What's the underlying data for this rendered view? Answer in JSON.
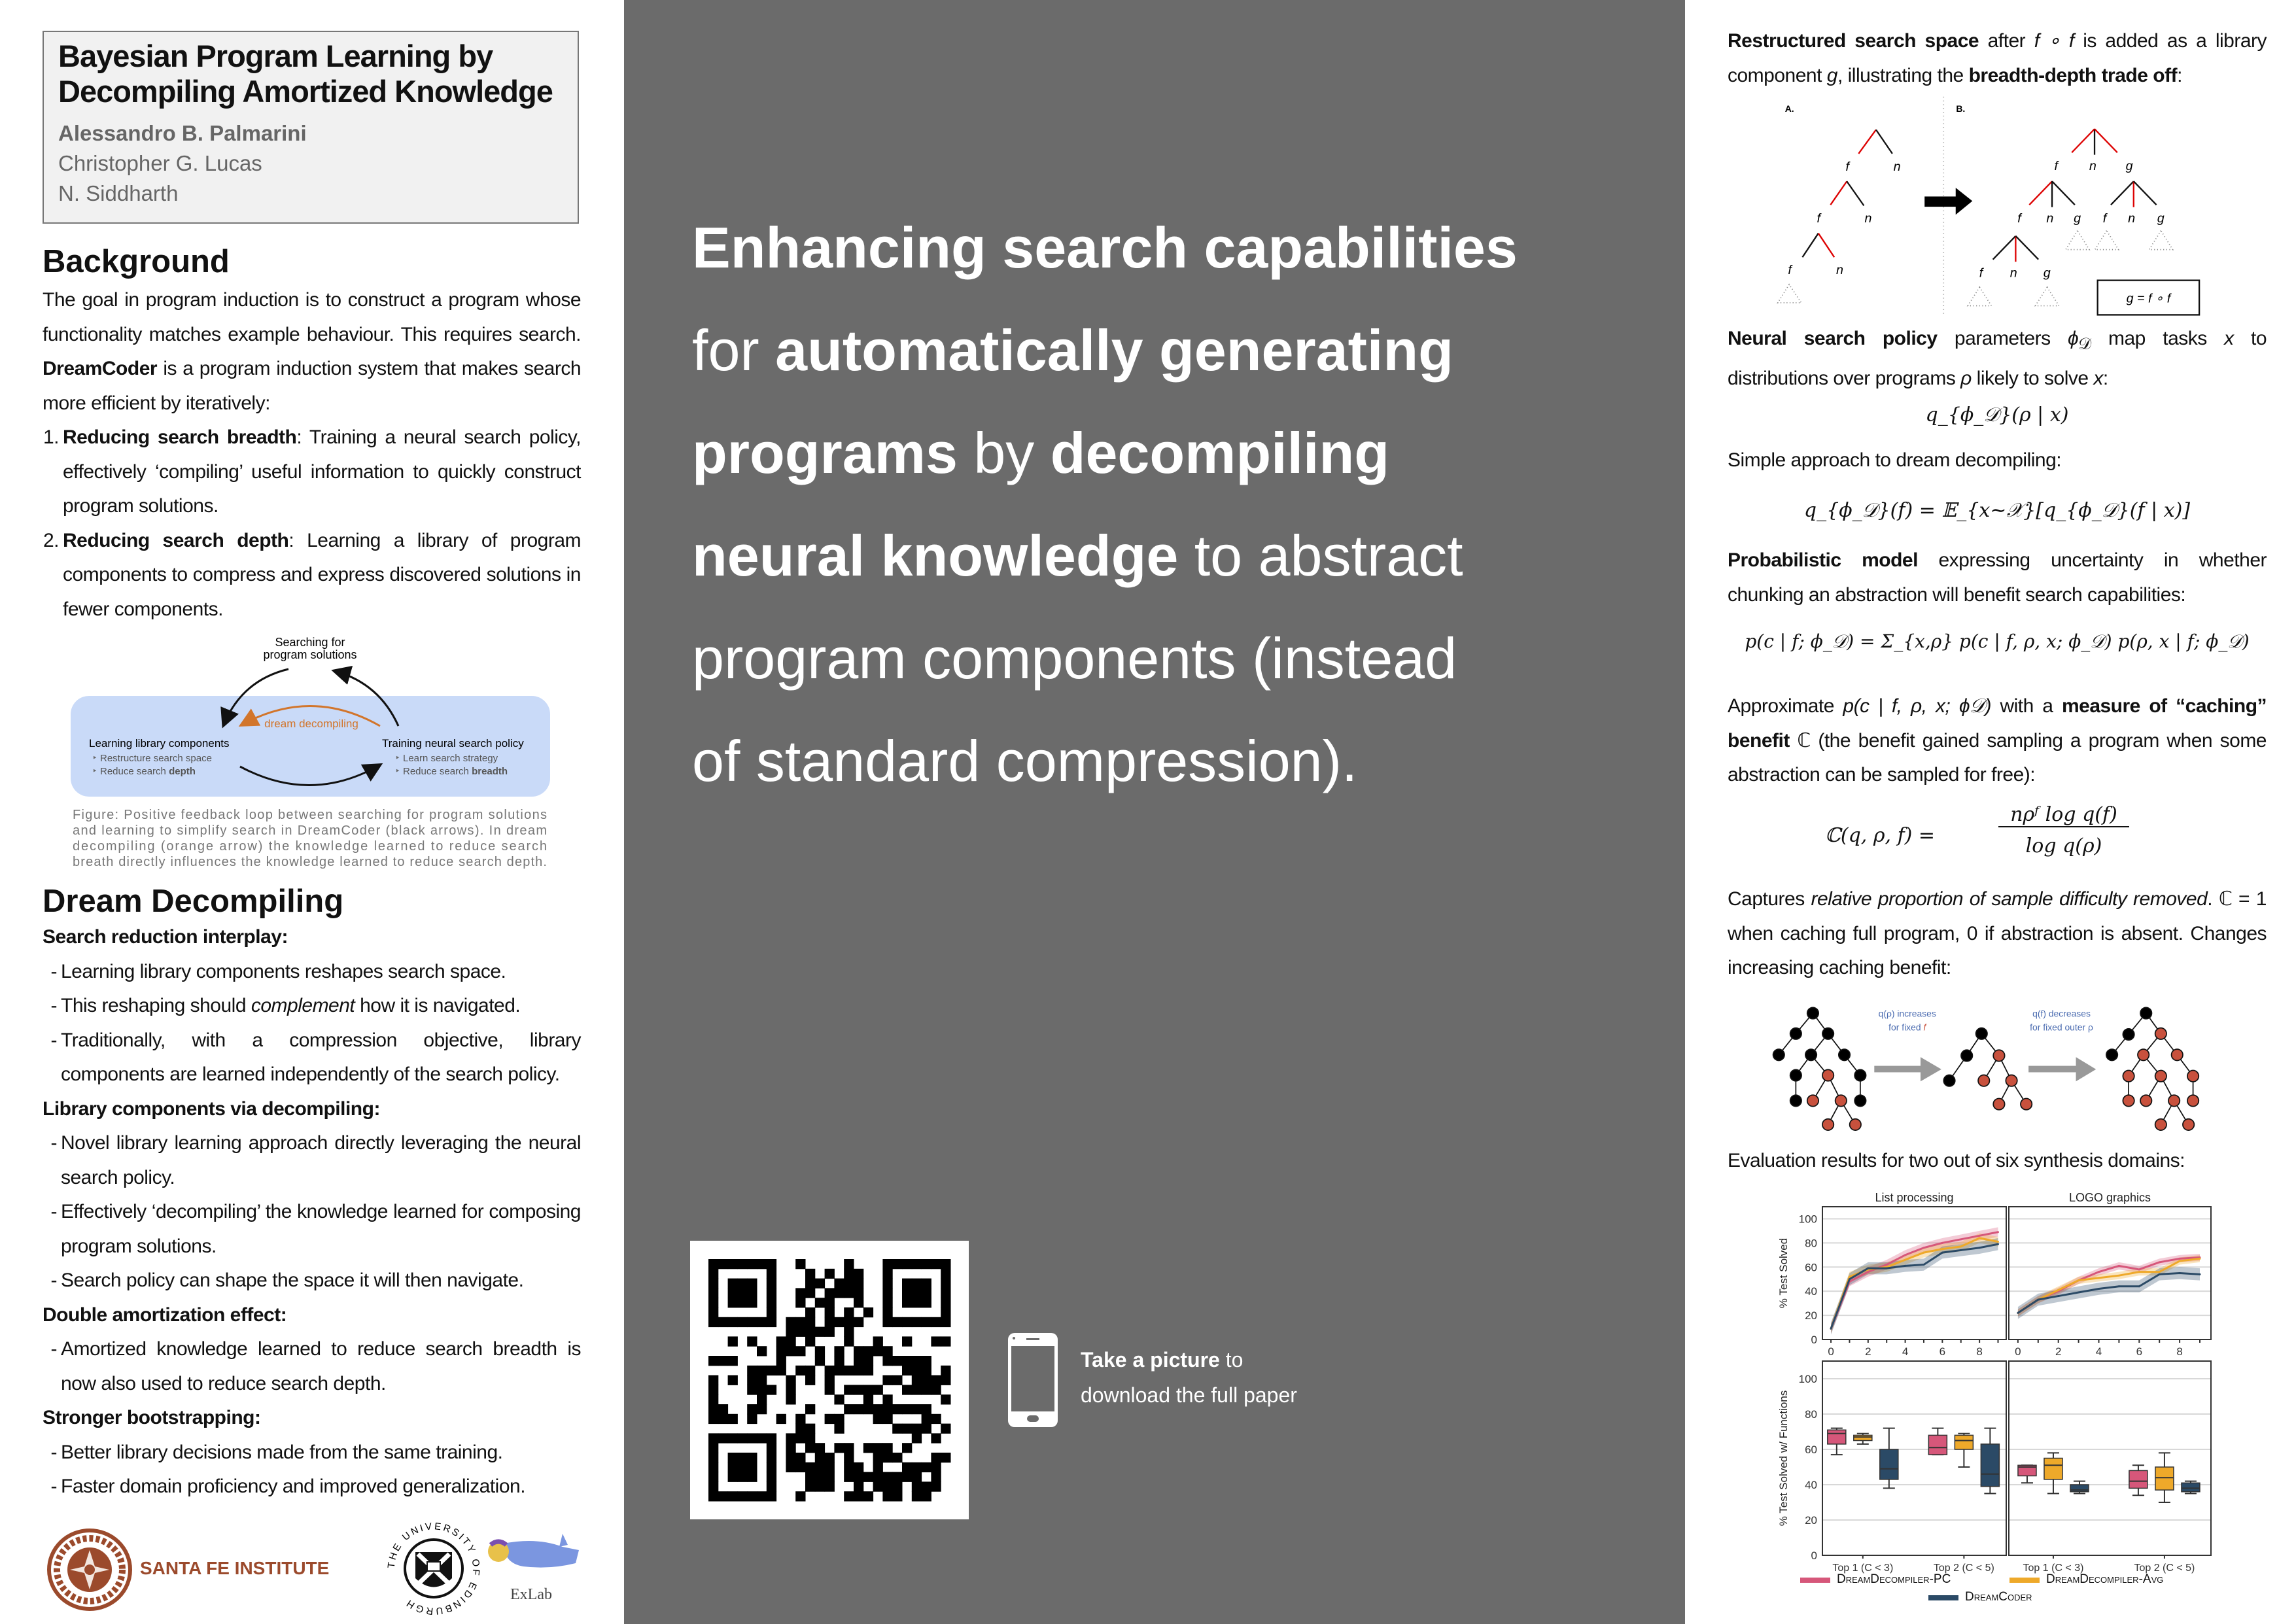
{
  "title": {
    "line1": "Bayesian Program Learning by",
    "line2": "Decompiling Amortized Knowledge"
  },
  "authors": [
    "Alessandro B. Palmarini",
    "Christopher G. Lucas",
    "N. Siddharth"
  ],
  "background": {
    "heading": "Background",
    "intro_a": "The goal in program induction is to construct a program whose functionality matches example behaviour. This requires search. ",
    "intro_bold": "DreamCoder",
    "intro_b": " is a program induction system that makes search more efficient by iteratively:",
    "items": [
      {
        "num": "1.",
        "bold": "Reducing search breadth",
        "text": ": Training a neural search policy, effectively ‘compiling’ useful information to quickly construct program solutions."
      },
      {
        "num": "2.",
        "bold": "Reducing search depth",
        "text": ": Learning a library of program components to compress and express discovered solutions in fewer components."
      }
    ],
    "figure": {
      "top_line1": "Searching for",
      "top_line2": "program solutions",
      "arrow_label": "dream decompiling",
      "left_title": "Learning library components",
      "left_b1": "Restructure search space",
      "left_b2_a": "Reduce search ",
      "left_b2_b": "depth",
      "right_title": "Training neural search policy",
      "right_b1": "Learn search strategy",
      "right_b2_a": "Reduce search ",
      "right_b2_b": "breadth",
      "bullet": "‣",
      "caption": [
        "Figure: Positive feedback loop between searching for program solutions",
        "and learning to simplify search in DreamCoder (black arrows). In dream",
        "decompiling (orange arrow) the knowledge learned to reduce search",
        "breath directly influences the knowledge learned to reduce search depth."
      ]
    }
  },
  "dream": {
    "heading": "Dream Decompiling",
    "groups": [
      {
        "title": "Search reduction interplay",
        "items": [
          {
            "a": "Learning library components reshapes search space."
          },
          {
            "a": "This reshaping should ",
            "em": "complement",
            "b": " how it is navigated."
          },
          {
            "a": "Traditionally, with a compression objective, library components are learned independently of the search policy."
          }
        ]
      },
      {
        "title": "Library components via decompiling",
        "items": [
          {
            "a": "Novel library learning approach directly leveraging the neural search policy."
          },
          {
            "a": "Effectively ‘decompiling’ the knowledge learned for composing program solutions."
          },
          {
            "a": "Search policy can shape the space it will then navigate."
          }
        ]
      },
      {
        "title": "Double amortization effect",
        "items": [
          {
            "a": "Amortized knowledge learned to reduce search breadth is now also used to reduce search depth."
          }
        ]
      },
      {
        "title": "Stronger bootstrapping",
        "items": [
          {
            "a": "Better library decisions made from the same training."
          },
          {
            "a": "Faster domain proficiency and improved generalization."
          }
        ]
      }
    ],
    "dash": "-",
    "colon": ":"
  },
  "logos": {
    "sfi": "SANTA FE INSTITUTE",
    "edinburgh": "THE UNIVERSITY OF EDINBURGH",
    "exlab": "ExLab"
  },
  "headline": [
    [
      {
        "t": "Enhancing search capabilities",
        "b": true
      }
    ],
    [
      {
        "t": "for ",
        "b": false
      },
      {
        "t": "automatically generating",
        "b": true
      }
    ],
    [
      {
        "t": "programs",
        "b": true
      },
      {
        "t": " by ",
        "b": false
      },
      {
        "t": "decompiling",
        "b": true
      }
    ],
    [
      {
        "t": "neural knowledge",
        "b": true
      },
      {
        "t": " to abstract",
        "b": false
      }
    ],
    [
      {
        "t": "program components (instead",
        "b": false
      }
    ],
    [
      {
        "t": "of standard compression).",
        "b": false
      }
    ]
  ],
  "cta": {
    "line1_bold": "Take a picture",
    "line1_rest": " to",
    "line2": "download the full paper"
  },
  "right": {
    "restructured": {
      "bold1": "Restructured search space",
      "a": " after ",
      "m1": "f ∘ f",
      "b": " is added as a library component ",
      "m2": "g",
      "c": ", illustrating the ",
      "bold2": "breadth-depth trade off",
      "d": ":"
    },
    "tree_fig": {
      "label_a": "A.",
      "label_b": "B.",
      "f": "f",
      "n": "n",
      "g": "g",
      "box": "g = f ∘ f"
    },
    "neural": {
      "bold": "Neural search policy",
      "a": " parameters ",
      "m1": "ϕ",
      "m1sub": "𝒟",
      "b": " map tasks ",
      "m2": "x",
      "c": " to distributions over programs ",
      "m3": "ρ",
      "d": " likely to solve ",
      "m4": "x",
      "e": ":"
    },
    "formula1": "q_{ϕ_𝒟}(ρ | x)",
    "simple": "Simple approach to dream decompiling:",
    "formula2": "q_{ϕ_𝒟}(f) = 𝔼_{x∼𝒳}[q_{ϕ_𝒟}(f | x)]",
    "prob": {
      "bold": "Probabilistic model",
      "a": " expressing uncertainty in whether chunking an abstraction will benefit search capabilities:"
    },
    "formula3": "p(c | f; ϕ_𝒟) = Σ_{x,ρ} p(c | f, ρ, x; ϕ_𝒟) p(ρ, x | f; ϕ_𝒟)",
    "approx": {
      "a": "Approximate ",
      "m": "p(c | f, ρ, x; ϕ𝒟)",
      "b": " with a ",
      "bold1": "measure of “caching” benefit",
      "c": " ℂ (the benefit gained sampling a program when some abstraction can be sampled for free):"
    },
    "formula4_lhs": "ℂ(q, ρ, f) =",
    "formula4_num": "nρᶠ log q(f)",
    "formula4_den": "log q(ρ)",
    "captures": {
      "a": "Captures ",
      "em": "relative proportion of sample difficulty removed",
      "b": ". ℂ = 1 when caching full program, 0 if abstraction is absent. Changes increasing caching benefit:"
    },
    "cache_fig": {
      "l1a": "q(ρ) increases",
      "l1b": "for fixed ",
      "l1f": "f",
      "l2a": "q(f) decreases",
      "l2b": "for fixed outer ρ"
    },
    "evaluation": "Evaluation results for two out of six synthesis domains:"
  },
  "colors": {
    "pc": "#d6577a",
    "avg": "#eea92a",
    "dc": "#2b4a66",
    "panel": "#6b6b6b",
    "orange": "#d2752b",
    "blue_box": "#c9daf8",
    "red_node": "#c8513d",
    "sfi": "#9b4a2c"
  },
  "chart_data": [
    {
      "type": "line",
      "title": "List processing",
      "ylabel": "% Test Solved",
      "x": [
        0,
        1,
        2,
        3,
        4,
        5,
        6,
        7,
        8,
        9
      ],
      "xticks": [
        0,
        2,
        4,
        6,
        8
      ],
      "yticks": [
        0,
        20,
        40,
        60,
        80,
        100
      ],
      "ylim": [
        0,
        110
      ],
      "grid": true,
      "series": [
        {
          "name": "DreamDecompiler-PC",
          "key": "pc",
          "values": [
            9,
            48,
            56,
            62,
            70,
            76,
            80,
            83,
            86,
            89
          ],
          "band": 4
        },
        {
          "name": "DreamDecompiler-Avg",
          "key": "avg",
          "values": [
            9,
            52,
            58,
            60,
            66,
            72,
            75,
            77,
            84,
            81
          ],
          "band": 4
        },
        {
          "name": "DreamCoder",
          "key": "dc",
          "values": [
            9,
            50,
            59,
            59,
            61,
            62,
            72,
            74,
            76,
            79
          ],
          "band": 5
        }
      ]
    },
    {
      "type": "line",
      "title": "LOGO graphics",
      "x": [
        0,
        1,
        2,
        3,
        4,
        5,
        6,
        7,
        8,
        9
      ],
      "xticks": [
        0,
        2,
        4,
        6,
        8
      ],
      "ylim": [
        0,
        110
      ],
      "grid": true,
      "series": [
        {
          "name": "DreamDecompiler-PC",
          "key": "pc",
          "values": [
            22,
            33,
            40,
            49,
            56,
            61,
            58,
            64,
            67,
            68
          ],
          "band": 3
        },
        {
          "name": "DreamDecompiler-Avg",
          "key": "avg",
          "values": [
            22,
            33,
            41,
            49,
            51,
            53,
            56,
            56,
            65,
            67
          ],
          "band": 3
        },
        {
          "name": "DreamCoder",
          "key": "dc",
          "values": [
            22,
            33,
            36,
            39,
            42,
            44,
            44,
            54,
            55,
            54
          ],
          "band": 5
        }
      ]
    },
    {
      "type": "box",
      "domain": "List processing",
      "ylabel": "% Test Solved w/ Functions",
      "categories": [
        "Top 1 (C < 3)",
        "Top 2 (C < 5)"
      ],
      "yticks": [
        0,
        20,
        40,
        60,
        80,
        100
      ],
      "ylim": [
        0,
        110
      ],
      "series": [
        {
          "name": "DreamDecompiler-PC",
          "key": "pc",
          "boxes": [
            [
              57,
              63,
              69,
              71,
              72
            ],
            [
              57,
              57,
              61,
              68,
              72
            ]
          ]
        },
        {
          "name": "DreamDecompiler-Avg",
          "key": "avg",
          "boxes": [
            [
              63,
              65,
              67,
              68,
              69
            ],
            [
              50,
              60,
              65,
              68,
              69
            ]
          ]
        },
        {
          "name": "DreamCoder",
          "key": "dc",
          "boxes": [
            [
              38,
              43,
              49,
              60,
              72
            ],
            [
              35,
              39,
              46,
              63,
              72
            ]
          ]
        }
      ]
    },
    {
      "type": "box",
      "domain": "LOGO graphics",
      "categories": [
        "Top 1 (C < 3)",
        "Top 2 (C < 5)"
      ],
      "ylim": [
        0,
        110
      ],
      "series": [
        {
          "name": "DreamDecompiler-PC",
          "key": "pc",
          "boxes": [
            [
              41,
              45,
              50,
              51,
              51
            ],
            [
              34,
              38,
              42,
              48,
              51
            ]
          ]
        },
        {
          "name": "DreamDecompiler-Avg",
          "key": "avg",
          "boxes": [
            [
              35,
              43,
              51,
              55,
              58
            ],
            [
              30,
              37,
              44,
              50,
              58
            ]
          ]
        },
        {
          "name": "DreamCoder",
          "key": "dc",
          "boxes": [
            [
              35,
              36,
              37,
              40,
              42
            ],
            [
              35,
              36,
              38,
              41,
              42
            ]
          ]
        }
      ]
    }
  ],
  "legend": [
    {
      "name": "DreamDecompiler-PC",
      "key": "pc"
    },
    {
      "name": "DreamDecompiler-Avg",
      "key": "avg"
    },
    {
      "name": "DreamCoder",
      "key": "dc"
    }
  ]
}
